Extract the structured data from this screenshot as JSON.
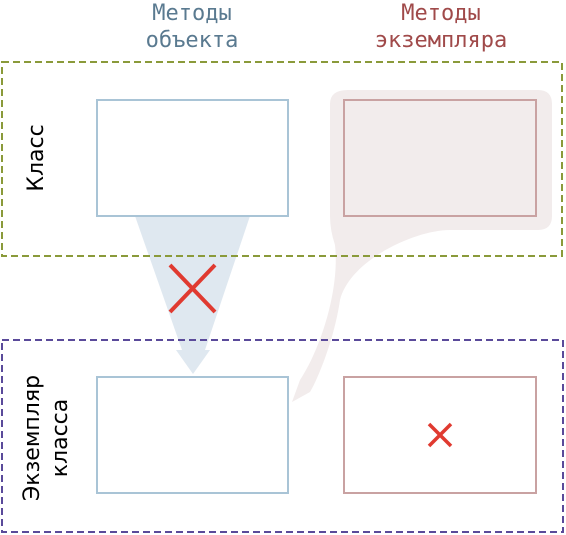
{
  "columns": {
    "object_methods": "Методы\nобъекта",
    "instance_methods": "Методы\nэкземпляра"
  },
  "rows": {
    "class": "Класс",
    "instance": "Экземпляр\nкласса"
  },
  "colors": {
    "object_methods_text": "#5a7a90",
    "instance_methods_text": "#a04a4a",
    "class_border": "#8a9a3a",
    "instance_border": "#5a4a9a",
    "object_box": "#a9c4d6",
    "instance_box": "#c9a2a2",
    "object_funnel": "#dfe8f0",
    "instance_funnel": "#f2ecec",
    "cross": "#e03a30"
  },
  "icons": {
    "blocked_inheritance": "cross-icon",
    "not_available": "cross-icon"
  }
}
